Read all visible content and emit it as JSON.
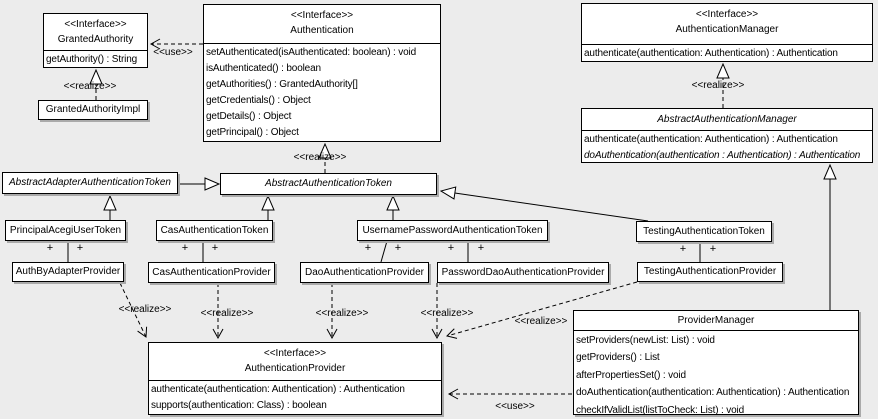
{
  "colors": {
    "background": "#ececec",
    "box_fill": "#ffffff",
    "line": "#000000",
    "shadow": "#aaaaaa"
  },
  "stereotypes": {
    "interface": "<<Interface>>"
  },
  "edge_labels": {
    "realize": "<<realize>>",
    "use": "<<use>>",
    "plus": "+"
  },
  "classes": {
    "granted_authority": {
      "stereotype": "<<Interface>>",
      "name": "GrantedAuthority",
      "methods": [
        "getAuthority() : String"
      ]
    },
    "granted_authority_impl": {
      "name": "GrantedAuthorityImpl"
    },
    "authentication": {
      "stereotype": "<<Interface>>",
      "name": "Authentication",
      "methods": [
        "setAuthenticated(isAuthenticated: boolean) : void",
        "isAuthenticated() : boolean",
        "getAuthorities() : GrantedAuthority[]",
        "getCredentials() : Object",
        "getDetails() : Object",
        "getPrincipal() : Object"
      ]
    },
    "authentication_manager": {
      "stereotype": "<<Interface>>",
      "name": "AuthenticationManager",
      "methods": [
        "authenticate(authentication: Authentication) : Authentication"
      ]
    },
    "abstract_authentication_manager": {
      "name": "AbstractAuthenticationManager",
      "methods": [
        "authenticate(authentication: Authentication) : Authentication",
        "doAuthentication(authentication : Authentication) : Authentication"
      ]
    },
    "abstract_adapter_authentication_token": {
      "name": "AbstractAdapterAuthenticationToken"
    },
    "abstract_authentication_token": {
      "name": "AbstractAuthenticationToken"
    },
    "principal_acegi_user_token": {
      "name": "PrincipalAcegiUserToken"
    },
    "cas_authentication_token": {
      "name": "CasAuthenticationToken"
    },
    "username_password_authentication_token": {
      "name": "UsernamePasswordAuthenticationToken"
    },
    "testing_authentication_token": {
      "name": "TestingAuthenticationToken"
    },
    "auth_by_adapter_provider": {
      "name": "AuthByAdapterProvider"
    },
    "cas_authentication_provider": {
      "name": "CasAuthenticationProvider"
    },
    "dao_authentication_provider": {
      "name": "DaoAuthenticationProvider"
    },
    "password_dao_authentication_provider": {
      "name": "PasswordDaoAuthenticationProvider"
    },
    "testing_authentication_provider": {
      "name": "TestingAuthenticationProvider"
    },
    "authentication_provider": {
      "stereotype": "<<Interface>>",
      "name": "AuthenticationProvider",
      "methods": [
        "authenticate(authentication: Authentication) : Authentication",
        "supports(authentication: Class) : boolean"
      ]
    },
    "provider_manager": {
      "name": "ProviderManager",
      "methods": [
        "setProviders(newList: List) : void",
        "getProviders() : List",
        "afterPropertiesSet() : void",
        "doAuthentication(authentication: Authentication) : Authentication",
        "checkIfValidList(listToCheck: List) : void"
      ]
    }
  }
}
